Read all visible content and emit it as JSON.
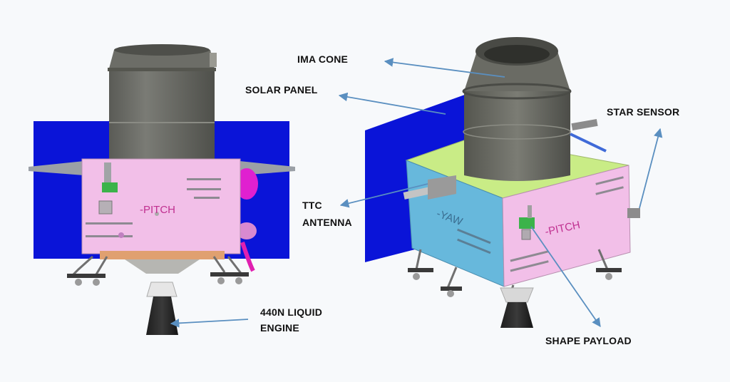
{
  "labels": {
    "ima_cone": "IMA CONE",
    "solar_panel": "SOLAR PANEL",
    "star_sensor": "STAR SENSOR",
    "ttc_antenna_line1": "TTC",
    "ttc_antenna_line2": "ANTENNA",
    "engine_line1": "440N LIQUID",
    "engine_line2": "ENGINE",
    "shape_payload": "SHAPE PAYLOAD",
    "pitch_left": "-PITCH",
    "pitch_right": "-PITCH",
    "yaw_right": "-YAW"
  },
  "colors": {
    "solar_panel": "#0a14d8",
    "body_pink": "#f2bfe8",
    "body_blue": "#67b8dc",
    "top_green": "#c9ec86",
    "cone_gray": "#6d6e68",
    "arrow": "#5a8fc0",
    "pitch_text": "#c03090"
  }
}
